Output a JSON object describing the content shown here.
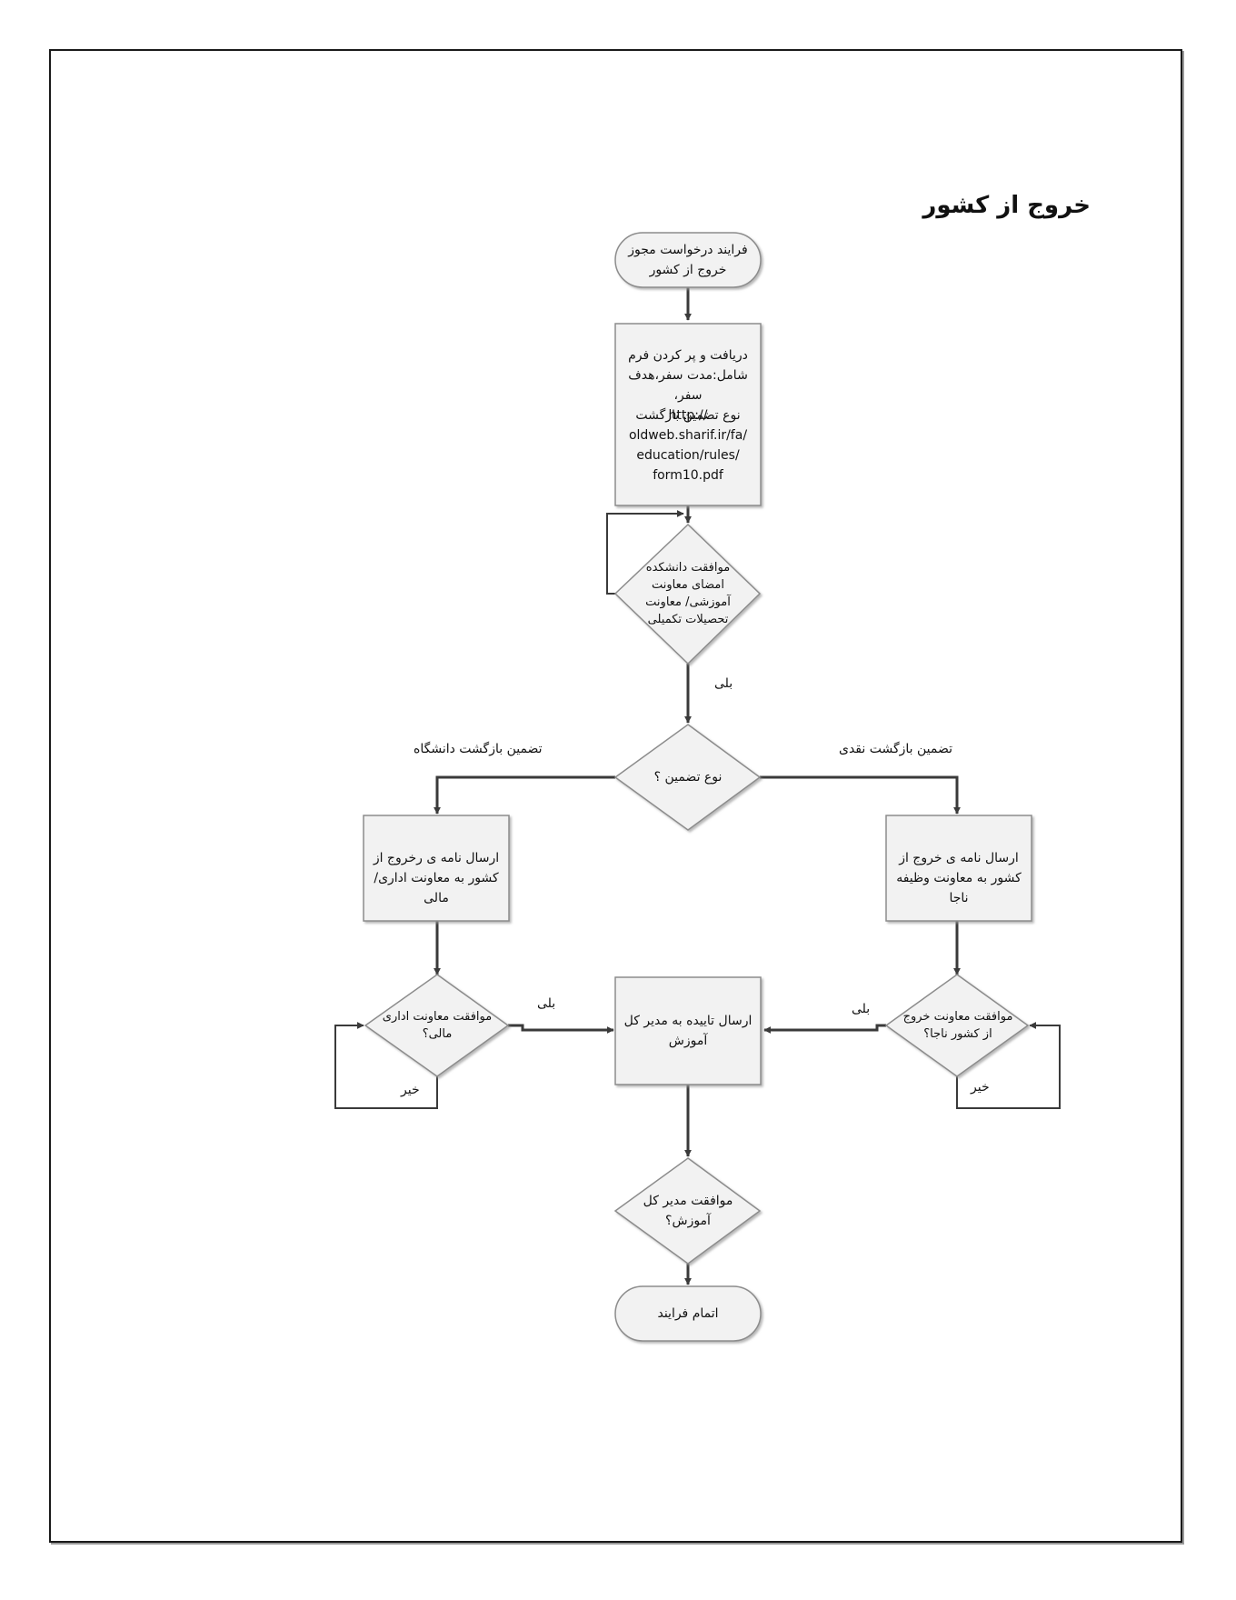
{
  "title": "خروج از کشور",
  "nodes": {
    "start": {
      "text": "فرایند درخواست مجوز\nخروج از کشور"
    },
    "form": {
      "text": "دریافت و پر کردن فرم\nشامل:مدت سفر،هدف سفر،\nنوع تضمین بازگشت",
      "url": "http://\noldweb.sharif.ir/fa/\neducation/rules/\nform10.pdf"
    },
    "dept_approval": {
      "text": "موافقت دانشکده\nامضای معاونت\nآموزشی/ معاونت\nتحصیلات تکمیلی"
    },
    "guarantee_type": {
      "text": "نوع تضمین ؟"
    },
    "letter_admin": {
      "text": "ارسال نامه  ی رخروج از\nکشور به معاونت اداری/مالی"
    },
    "letter_naja": {
      "text": "ارسال نامه ی خروج از\nکشور به معاونت وظیفه ناجا"
    },
    "admin_approval": {
      "text": "موافقت معاونت اداری\nمالی؟"
    },
    "send_confirm": {
      "text": "ارسال تاییده به مدیر کل\nآموزش"
    },
    "naja_approval": {
      "text": "موافقت معاونت خروج\nاز کشور ناجا؟"
    },
    "director_approval": {
      "text": "موافقت مدیر کل\nآموزش؟"
    },
    "end": {
      "text": "اتمام فرایند"
    }
  },
  "edge_labels": {
    "yes_main": "بلی",
    "university_guarantee": "تضمین بازگشت دانشگاه",
    "cash_guarantee": "تضمین بازگشت نقدی",
    "yes_admin": "بلی",
    "yes_naja": "بلی",
    "no_admin": "خیر",
    "no_naja": "خیر"
  },
  "colors": {
    "shape_fill": "#f2f2f2",
    "shape_stroke": "#8c8c8c",
    "connector": "#3a3a3a"
  }
}
